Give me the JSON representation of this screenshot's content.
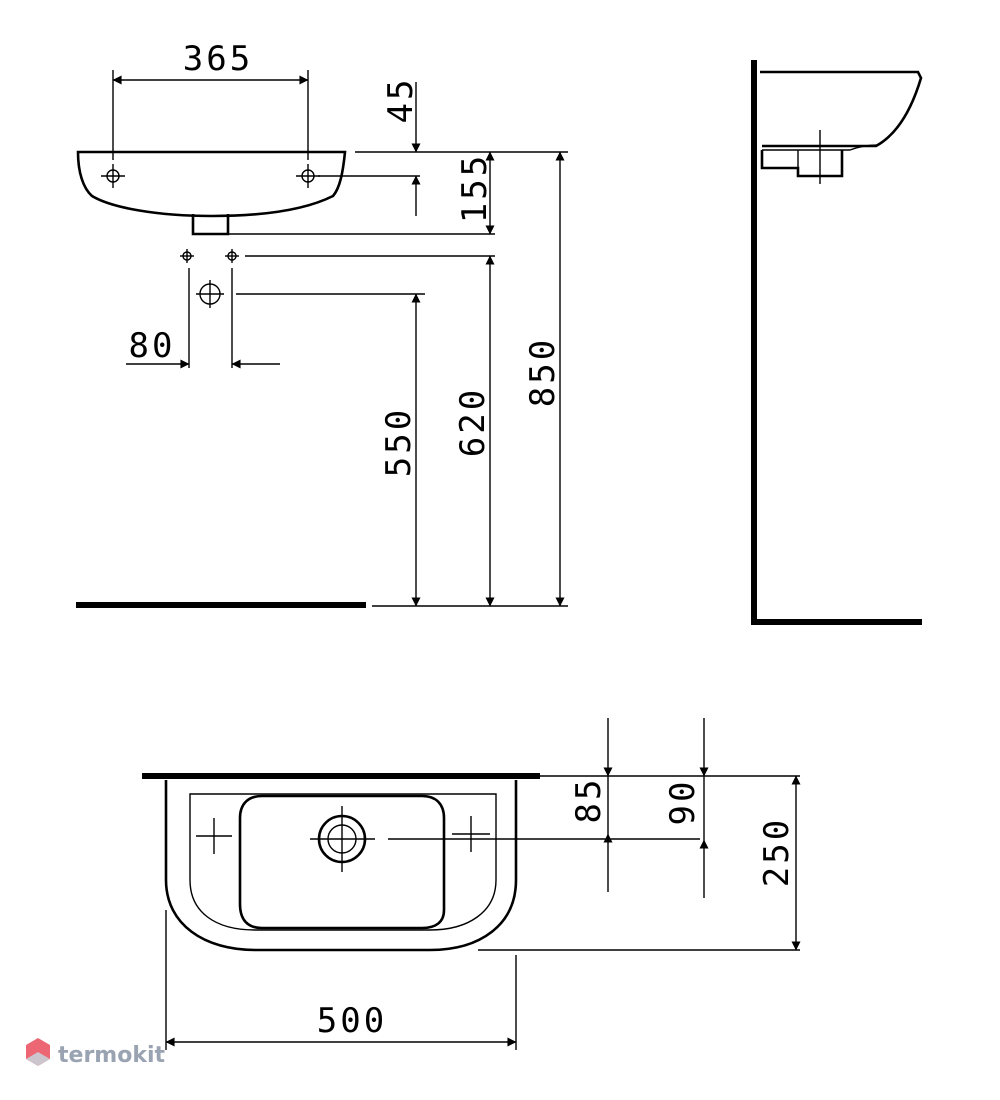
{
  "dimensions": {
    "top_hole_spacing": "365",
    "drop_to_rim": "45",
    "bowl_depth": "155",
    "waste_spacing": "80",
    "waste_height": "550",
    "trap_height": "620",
    "rim_height": "850",
    "overall_width": "500",
    "tap_offset": "85",
    "waste_offset": "90",
    "projection": "250"
  },
  "watermark": {
    "text": "termokit",
    "color": "#9aa3b2",
    "logo_color": "#e94b5a"
  },
  "colors": {
    "line": "#000000",
    "background": "#ffffff"
  }
}
